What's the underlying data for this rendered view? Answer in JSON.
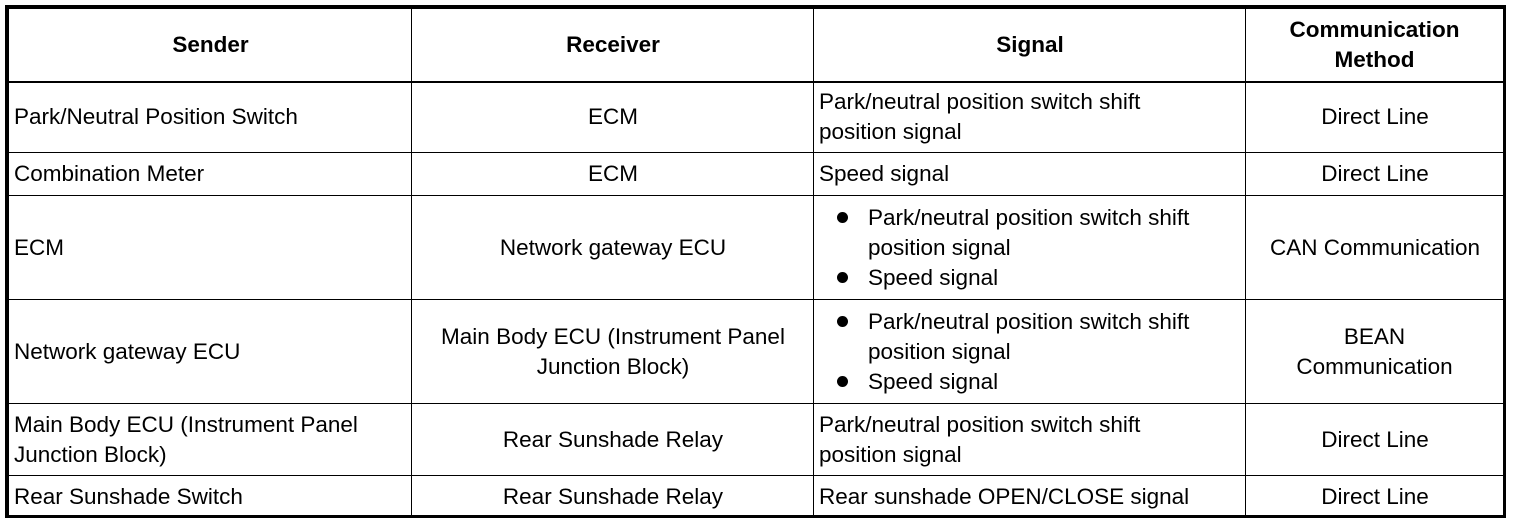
{
  "header": {
    "sender": "Sender",
    "receiver": "Receiver",
    "signal": "Signal",
    "method": "Communication Method"
  },
  "rows": [
    {
      "sender": "Park/Neutral Position Switch",
      "receiver": "ECM",
      "signal": "Park/neutral position switch shift position signal",
      "method": "Direct Line"
    },
    {
      "sender": "Combination Meter",
      "receiver": "ECM",
      "signal": "Speed signal",
      "method": "Direct Line"
    },
    {
      "sender": "ECM",
      "receiver": "Network gateway ECU",
      "signal_items": [
        "Park/neutral position switch shift position signal",
        "Speed signal"
      ],
      "method": "CAN Communication"
    },
    {
      "sender": "Network gateway ECU",
      "receiver": "Main Body ECU (Instrument Panel Junction Block)",
      "signal_items": [
        "Park/neutral position switch shift position signal",
        "Speed signal"
      ],
      "method": "BEAN Communication"
    },
    {
      "sender": "Main Body ECU (Instrument Panel Junction Block)",
      "receiver": "Rear Sunshade Relay",
      "signal": "Park/neutral position switch shift position signal",
      "method": "Direct Line"
    },
    {
      "sender": "Rear Sunshade Switch",
      "receiver": "Rear Sunshade Relay",
      "signal": "Rear sunshade OPEN/CLOSE signal",
      "method": "Direct Line"
    }
  ]
}
